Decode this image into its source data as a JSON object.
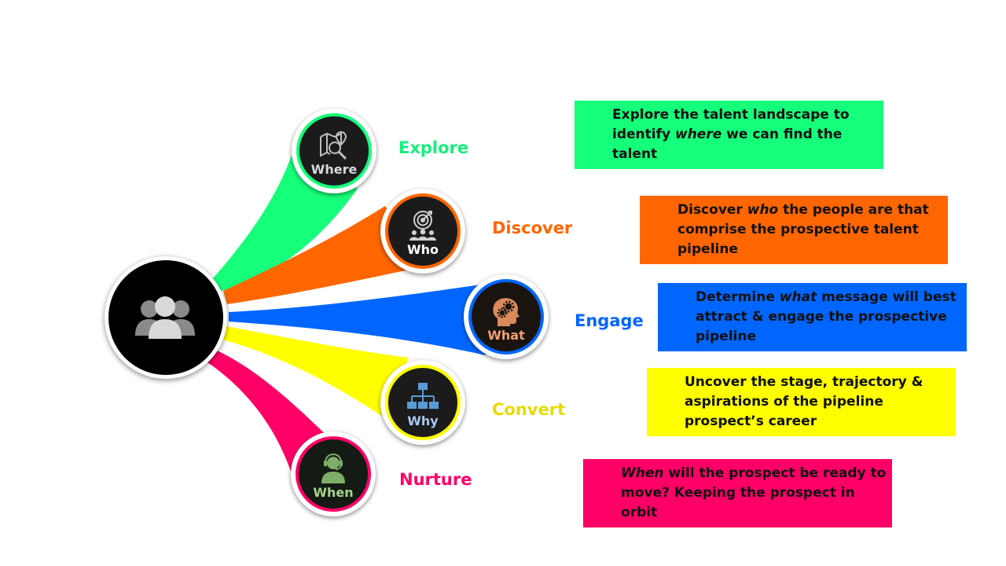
{
  "colors": {
    "explore": "#16FF7B",
    "discover": "#FF6600",
    "engage": "#0066FF",
    "convert": "#FFFF00",
    "nurture": "#FF0066",
    "explore_label": "#16F07C",
    "convert_label": "#E6DC00"
  },
  "hub": {
    "icon": "people-group-icon"
  },
  "stages": [
    {
      "id": "explore",
      "name": "Explore",
      "question": "Where",
      "icon": "map-search-icon",
      "desc_pre": "Explore the talent landscape to identify ",
      "desc_em": "where",
      "desc_post": " we can find the talent"
    },
    {
      "id": "discover",
      "name": "Discover",
      "question": "Who",
      "icon": "target-people-icon",
      "desc_pre": "Discover ",
      "desc_em": "who",
      "desc_post": " the people are that comprise the prospective talent pipeline"
    },
    {
      "id": "engage",
      "name": "Engage",
      "question": "What",
      "icon": "head-gears-icon",
      "desc_pre": "Determine ",
      "desc_em": "what",
      "desc_post": " message will best attract & engage the prospective pipeline"
    },
    {
      "id": "convert",
      "name": "Convert",
      "question": "Why",
      "icon": "org-chart-icon",
      "desc_pre": "Uncover the stage, trajectory & aspirations of the pipeline prospect’s career",
      "desc_em": "",
      "desc_post": ""
    },
    {
      "id": "nurture",
      "name": "Nurture",
      "question": "When",
      "icon": "headset-person-icon",
      "desc_pre": "",
      "desc_em": "When",
      "desc_post": " will the prospect be ready to move?  Keeping the prospect in orbit"
    }
  ]
}
